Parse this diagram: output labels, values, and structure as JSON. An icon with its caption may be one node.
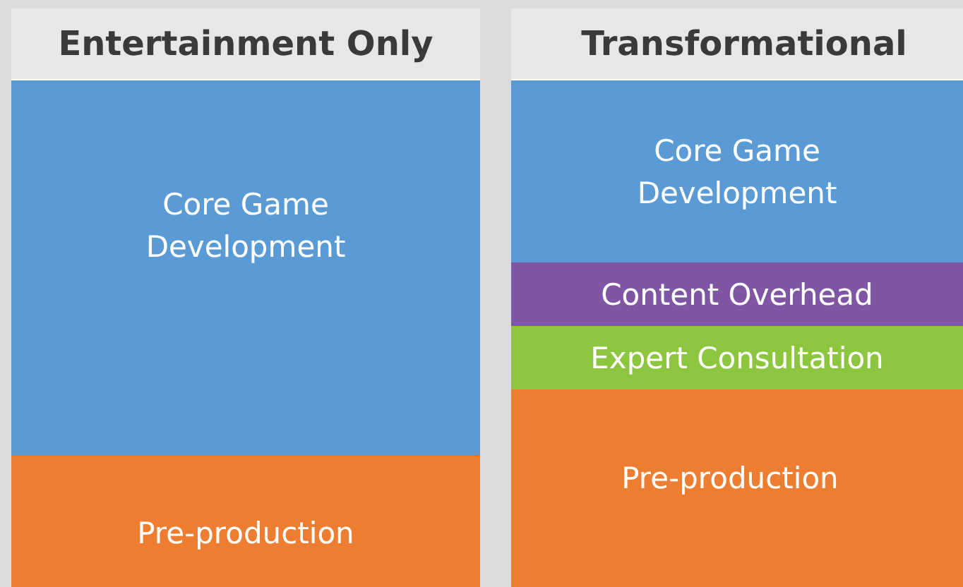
{
  "diagram": {
    "nodes": [
      {
        "text": [
          "Entertainment Only"
        ]
      },
      {
        "text": [
          "Core Game Development"
        ],
        "in": 0
      },
      {
        "text": [
          "Pre-production"
        ],
        "in": 0
      },
      {
        "text": [
          "Transformational"
        ]
      },
      {
        "text": [
          "Core Game Development"
        ],
        "in": 3
      },
      {
        "text": [
          "Content Overhead"
        ],
        "in": 3
      },
      {
        "text": [
          "Expert Consultation"
        ],
        "in": 3
      },
      {
        "text": [
          "Pre-production"
        ],
        "in": 3
      }
    ]
  }
}
